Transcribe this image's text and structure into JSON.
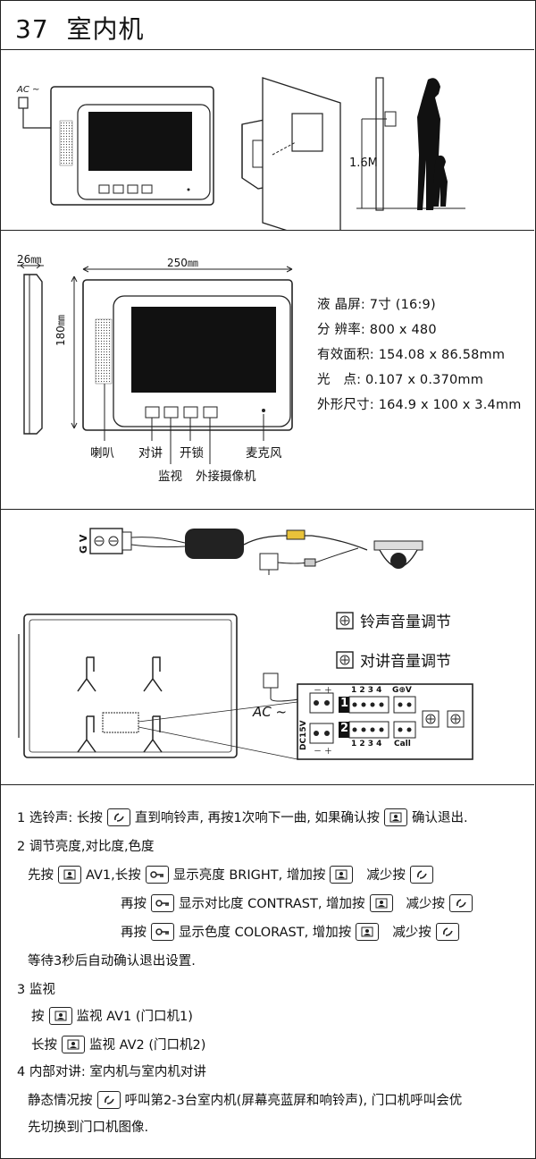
{
  "header": {
    "number": "37",
    "title": "室内机"
  },
  "install": {
    "ac_label": "AC ~",
    "height_label": "1.6M"
  },
  "dims": {
    "depth": "26㎜",
    "width": "250㎜",
    "height": "180㎜"
  },
  "specs": [
    "液 晶屏: 7寸 (16:9)",
    "分 辨率: 800 x 480",
    "有效面积: 154.08 x 86.58mm",
    "光　点: 0.107 x 0.370mm",
    "外形尺寸: 164.9 x 100 x 3.4mm"
  ],
  "callouts": {
    "speaker": "喇叭",
    "talk": "对讲",
    "unlock": "开锁",
    "mic": "麦克风",
    "monitor": "监视",
    "camera": "外接摄像机"
  },
  "wiring": {
    "gv": "G V",
    "ring_volume": "铃声音量调节",
    "talk_volume": "对讲音量调节",
    "ac_label": "AC ~",
    "dc": "DC15V",
    "minus_plus_top": "－ ＋",
    "minus_plus_bottom": "－ ＋",
    "pins_top": "1 2 3 4",
    "pins_bottom": "1 2 3 4",
    "port1": "1",
    "port2": "2",
    "gv_port": "G⊕V",
    "call": "Call"
  },
  "instructions": {
    "s1": {
      "a": "1 选铃声: 长按",
      "b": "直到响铃声, 再按1次响下一曲, 如果确认按",
      "c": "确认退出."
    },
    "s2": "2 调节亮度,对比度,色度",
    "s2a": {
      "a": "先按",
      "b": "AV1,长按",
      "c": "显示亮度 BRIGHT, 增加按",
      "d": "减少按"
    },
    "s2b": {
      "a": "再按",
      "b": "显示对比度 CONTRAST, 增加按",
      "c": "减少按"
    },
    "s2c": {
      "a": "再按",
      "b": "显示色度 COLORAST, 增加按",
      "c": "减少按"
    },
    "s2d": "等待3秒后自动确认退出设置.",
    "s3": "3 监视",
    "s3a": {
      "a": "按",
      "b": "监视 AV1 (门口机1)"
    },
    "s3b": {
      "a": "长按",
      "b": "监视 AV2 (门口机2)"
    },
    "s4": "4 内部对讲: 室内机与室内机对讲",
    "s4a": {
      "a": "静态情况按",
      "b": "呼叫第2-3台室内机(屏幕亮蓝屏和响铃声), 门口机呼叫会优"
    },
    "s4b": "先切换到门口机图像."
  }
}
